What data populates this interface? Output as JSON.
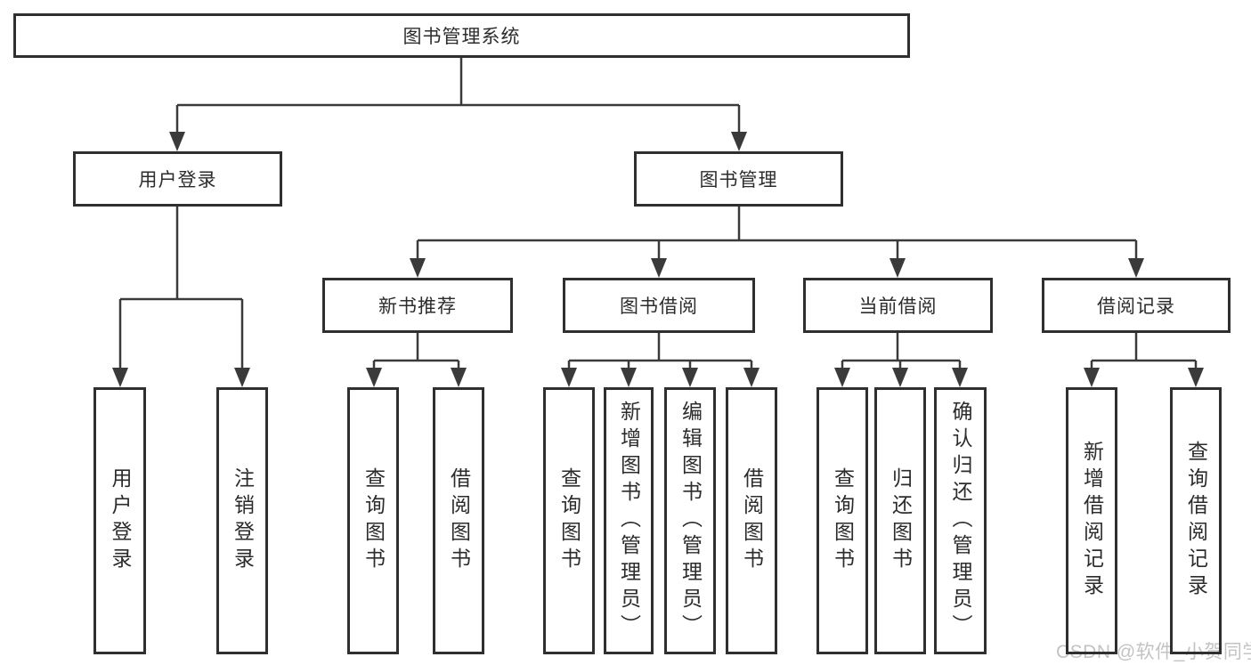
{
  "diagram": {
    "root": {
      "label": "图书管理系统"
    },
    "level2": {
      "user_login": "用户登录",
      "book_management": "图书管理"
    },
    "level3": {
      "new_book_recommend": "新书推荐",
      "book_borrow": "图书借阅",
      "current_borrow": "当前借阅",
      "borrow_records": "借阅记录"
    },
    "leaves": {
      "user_login": [
        "用户登录",
        "注销登录"
      ],
      "new_book_recommend": [
        "查询图书",
        "借阅图书"
      ],
      "book_borrow": [
        "查询图书",
        "新增图书（管理员）",
        "编辑图书（管理员）",
        "借阅图书"
      ],
      "current_borrow": [
        "查询图书",
        "归还图书",
        "确认归还（管理员）"
      ],
      "borrow_records": [
        "新增借阅记录",
        "查询借阅记录"
      ]
    },
    "watermark": "CSDN @软件_小贺同学",
    "colors": {
      "line": "#3a3a3a",
      "border": "#2f2f2f",
      "text": "#2c2c2c",
      "watermark": "#c3c3c3",
      "background": "#ffffff"
    }
  }
}
